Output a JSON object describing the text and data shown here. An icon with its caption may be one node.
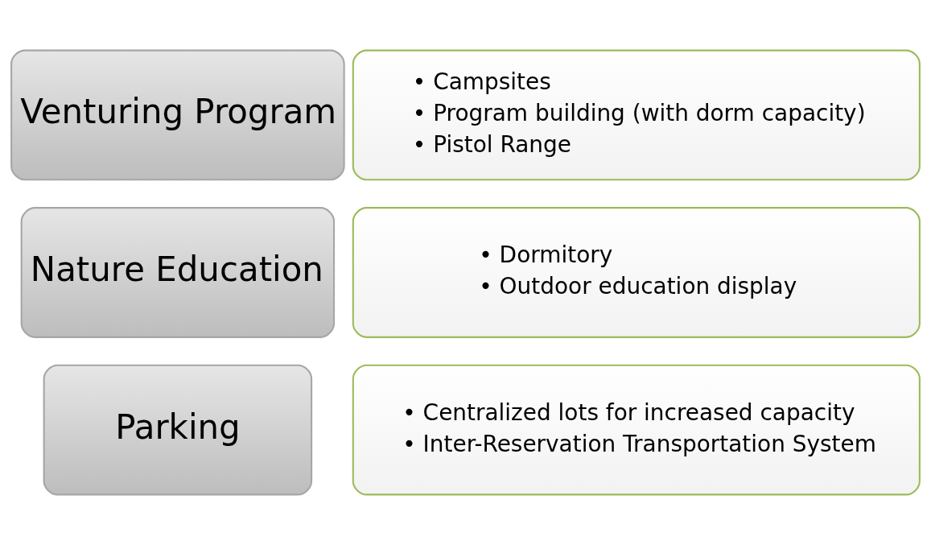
{
  "diagram": {
    "nodes": [
      {
        "text": [
          "Venturing Program"
        ]
      },
      {
        "text": [
          "• Campsites",
          "• Program building (with dorm capacity)",
          "• Pistol Range"
        ]
      },
      {
        "text": [
          "Nature Education"
        ]
      },
      {
        "text": [
          "• Dormitory",
          "• Outdoor education display"
        ]
      },
      {
        "text": [
          "Parking"
        ]
      },
      {
        "text": [
          "• Centralized lots for increased capacity",
          "• Inter-Reservation Transportation System"
        ]
      }
    ]
  }
}
